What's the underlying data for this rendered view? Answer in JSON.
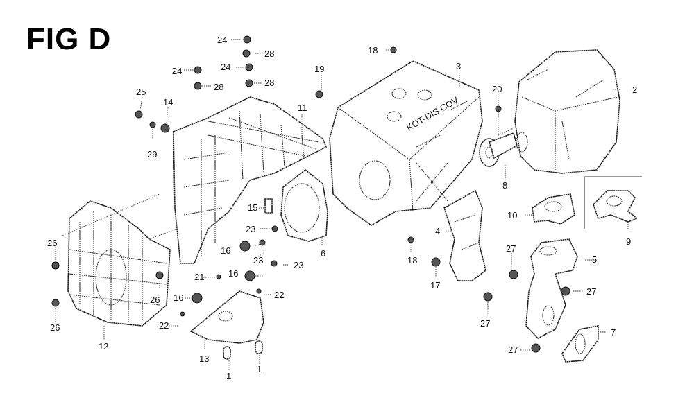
{
  "figure": {
    "title": "FIG D",
    "cover_marking": "KOT-DIS.COV",
    "callouts": [
      {
        "id": "c24a",
        "label": "24"
      },
      {
        "id": "c28a",
        "label": "28"
      },
      {
        "id": "c24b",
        "label": "24"
      },
      {
        "id": "c28b",
        "label": "28"
      },
      {
        "id": "c24c",
        "label": "24"
      },
      {
        "id": "c28c",
        "label": "28"
      },
      {
        "id": "c25",
        "label": "25"
      },
      {
        "id": "c14",
        "label": "14"
      },
      {
        "id": "c29",
        "label": "29"
      },
      {
        "id": "c11",
        "label": "11"
      },
      {
        "id": "c18a",
        "label": "18"
      },
      {
        "id": "c19",
        "label": "19"
      },
      {
        "id": "c3",
        "label": "3"
      },
      {
        "id": "c20",
        "label": "20"
      },
      {
        "id": "c2",
        "label": "2"
      },
      {
        "id": "c8",
        "label": "8"
      },
      {
        "id": "c10",
        "label": "10"
      },
      {
        "id": "c9",
        "label": "9"
      },
      {
        "id": "c15",
        "label": "15"
      },
      {
        "id": "c23a",
        "label": "23"
      },
      {
        "id": "c16a",
        "label": "16"
      },
      {
        "id": "c23b",
        "label": "23"
      },
      {
        "id": "c23c",
        "label": "23"
      },
      {
        "id": "c6",
        "label": "6"
      },
      {
        "id": "c18b",
        "label": "18"
      },
      {
        "id": "c4",
        "label": "4"
      },
      {
        "id": "c17",
        "label": "17"
      },
      {
        "id": "c27a",
        "label": "27"
      },
      {
        "id": "c5",
        "label": "5"
      },
      {
        "id": "c27b",
        "label": "27"
      },
      {
        "id": "c27c",
        "label": "27"
      },
      {
        "id": "c27d",
        "label": "27"
      },
      {
        "id": "c7",
        "label": "7"
      },
      {
        "id": "c26a",
        "label": "26"
      },
      {
        "id": "c26b",
        "label": "26"
      },
      {
        "id": "c26c",
        "label": "26"
      },
      {
        "id": "c12",
        "label": "12"
      },
      {
        "id": "c21",
        "label": "21"
      },
      {
        "id": "c16b",
        "label": "16"
      },
      {
        "id": "c22a",
        "label": "22"
      },
      {
        "id": "c16c",
        "label": "16"
      },
      {
        "id": "c22b",
        "label": "22"
      },
      {
        "id": "c13",
        "label": "13"
      },
      {
        "id": "c1a",
        "label": "1"
      },
      {
        "id": "c1b",
        "label": "1"
      }
    ]
  }
}
